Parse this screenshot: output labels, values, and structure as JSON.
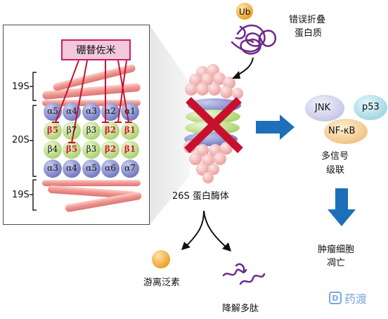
{
  "drug_label": "硼替佐米",
  "layers": {
    "cap_top": "19S",
    "core": "20S",
    "cap_bottom": "19S"
  },
  "alpha_top_row": [
    "α5",
    "α4",
    "α3",
    "α2",
    "α1"
  ],
  "beta_row_1": [
    "β5",
    "β7",
    "β3",
    "β2",
    "β1"
  ],
  "beta_row_2": [
    "β4",
    "β5",
    "β3",
    "β2",
    "β1"
  ],
  "alpha_bottom_row": [
    "α3",
    "α4",
    "α5",
    "α6",
    "α7"
  ],
  "inhibited_subunits": [
    "β5",
    "β2",
    "β1"
  ],
  "ub_label": "Ub",
  "misfolded_protein": [
    "错误折叠",
    "蛋白质"
  ],
  "proteasome_label": "26S 蛋白酶体",
  "signals": {
    "jnk": "JNK",
    "p53": "p53",
    "nfkb": "NF-κB"
  },
  "cascade_label": [
    "多信号",
    "级联"
  ],
  "outcome_label": [
    "肿瘤细胞",
    "凋亡"
  ],
  "product_ubiquitin": "游离泛素",
  "product_peptides": "降解多肽",
  "logo_text": "药渡",
  "colors": {
    "alpha": "#7f86c8",
    "beta": "#bfe08a",
    "inhibited_text": "#d11f2f",
    "cross": "#c8102e",
    "arrow_blue": "#1c6fb8",
    "cap_pink": "#ef9a96",
    "ub_orange": "#f2a52b",
    "protein_purple": "#6b2a8c",
    "jnk_bubble": "#cfd0ec",
    "p53_bubble": "#a9dce6",
    "nfkb_bubble": "#f3c98d"
  }
}
